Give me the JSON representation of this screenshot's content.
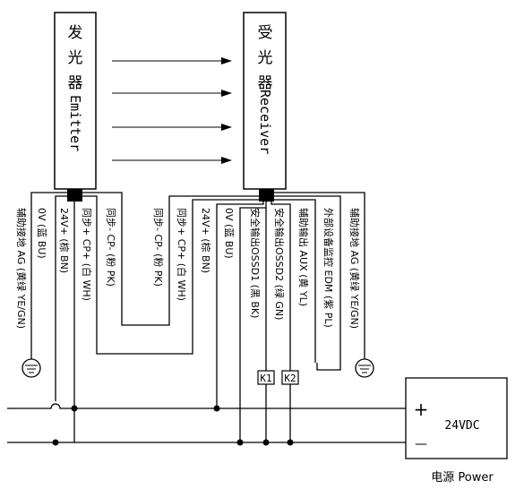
{
  "emitter": {
    "title_chars": [
      "发",
      "光",
      "器"
    ],
    "title_en": "Emitter"
  },
  "receiver": {
    "title_chars": [
      "受",
      "光",
      "器"
    ],
    "title_en": "Receiver"
  },
  "emitter_wires": [
    "辅助接地 AG (黄绿 YE/GN)",
    "0V (蓝 BU)",
    "24V+ (棕 BN)",
    "同步+ CP+ (白 WH)",
    "同步- CP- (粉 PK)"
  ],
  "receiver_wires": [
    "同步- CP- (粉 PK)",
    "同步+ CP+ (白 WH)",
    "24V+ (棕 BN)",
    "0V (蓝 BU)",
    "安全输出OSSD1 (黑 BK)",
    "安全输出OSSD2 (绿 GN)",
    "辅助输出 AUX (黄 YL)",
    "外部设备监控 EDM (紫 PL)",
    "辅助接地 AG (黄绿 YE/GN)"
  ],
  "relays": [
    "K1",
    "K2"
  ],
  "power": {
    "voltage": "24VDC",
    "plus": "+",
    "minus": "—",
    "caption": "电源 Power"
  }
}
